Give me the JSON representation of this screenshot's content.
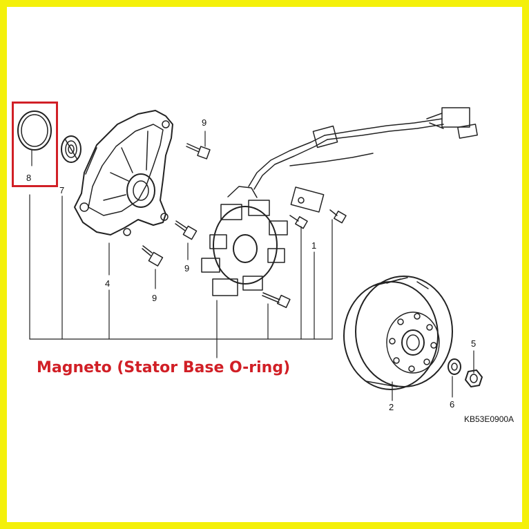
{
  "caption": "Magneto (Stator Base O-ring)",
  "diagram_code": "KB53E0900A",
  "labels": {
    "p1": "1",
    "p2": "2",
    "p4": "4",
    "p5": "5",
    "p6": "6",
    "p7": "7",
    "p8": "8",
    "p9a": "9",
    "p9b": "9",
    "p9c": "9"
  },
  "colors": {
    "border": "#f4f00a",
    "highlight": "#d11f26",
    "caption": "#d11f26",
    "line": "#111111"
  }
}
